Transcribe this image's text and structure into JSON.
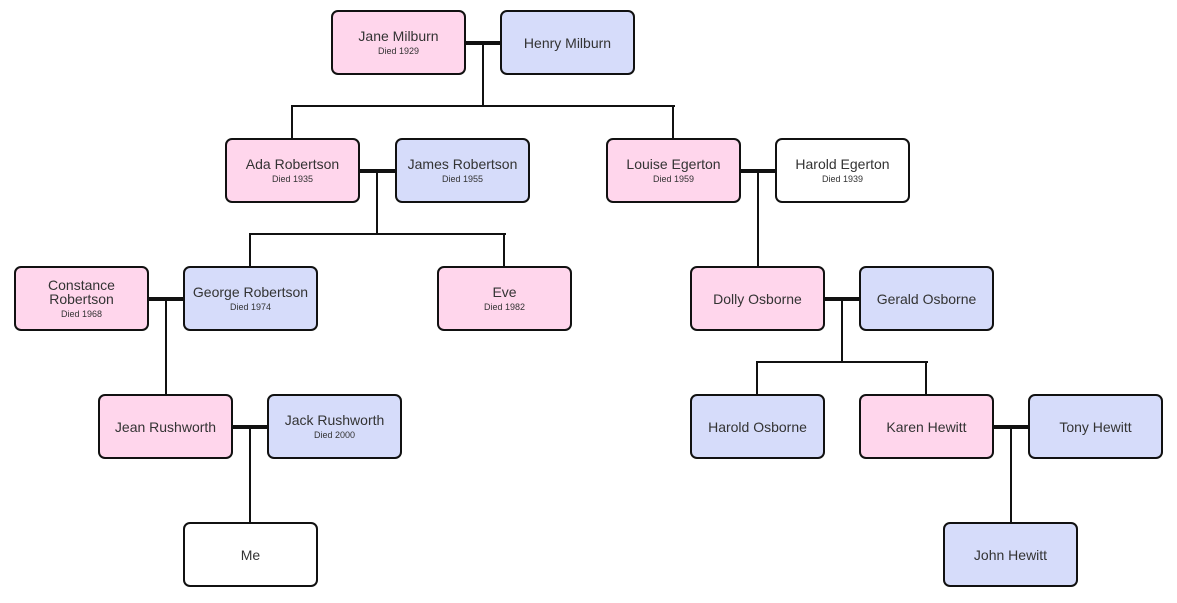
{
  "people": [
    {
      "id": "jane-milburn",
      "name": "Jane Milburn",
      "died": "Died 1929",
      "gender": "female"
    },
    {
      "id": "henry-milburn",
      "name": "Henry Milburn",
      "died": null,
      "gender": "male"
    },
    {
      "id": "ada-robertson",
      "name": "Ada Robertson",
      "died": "Died 1935",
      "gender": "female"
    },
    {
      "id": "james-robertson",
      "name": "James Robertson",
      "died": "Died 1955",
      "gender": "male"
    },
    {
      "id": "louise-egerton",
      "name": "Louise Egerton",
      "died": "Died 1959",
      "gender": "female"
    },
    {
      "id": "harold-egerton",
      "name": "Harold Egerton",
      "died": "Died 1939",
      "gender": "unknown"
    },
    {
      "id": "constance-robertson",
      "name": "Constance Robertson",
      "died": "Died 1968",
      "gender": "female"
    },
    {
      "id": "george-robertson",
      "name": "George Robertson",
      "died": "Died 1974",
      "gender": "male"
    },
    {
      "id": "eve",
      "name": "Eve",
      "died": "Died 1982",
      "gender": "female"
    },
    {
      "id": "dolly-osborne",
      "name": "Dolly Osborne",
      "died": null,
      "gender": "female"
    },
    {
      "id": "gerald-osborne",
      "name": "Gerald Osborne",
      "died": null,
      "gender": "male"
    },
    {
      "id": "jean-rushworth",
      "name": "Jean Rushworth",
      "died": null,
      "gender": "female"
    },
    {
      "id": "jack-rushworth",
      "name": "Jack Rushworth",
      "died": "Died 2000",
      "gender": "male"
    },
    {
      "id": "harold-osborne",
      "name": "Harold Osborne",
      "died": null,
      "gender": "male"
    },
    {
      "id": "karen-hewitt",
      "name": "Karen Hewitt",
      "died": null,
      "gender": "female"
    },
    {
      "id": "tony-hewitt",
      "name": "Tony Hewitt",
      "died": null,
      "gender": "male"
    },
    {
      "id": "me",
      "name": "Me",
      "died": null,
      "gender": "unknown"
    },
    {
      "id": "john-hewitt",
      "name": "John Hewitt",
      "died": null,
      "gender": "male"
    }
  ],
  "colors": {
    "female": "#ffd6ec",
    "male": "#d6dcfa",
    "unknown": "#ffffff"
  }
}
